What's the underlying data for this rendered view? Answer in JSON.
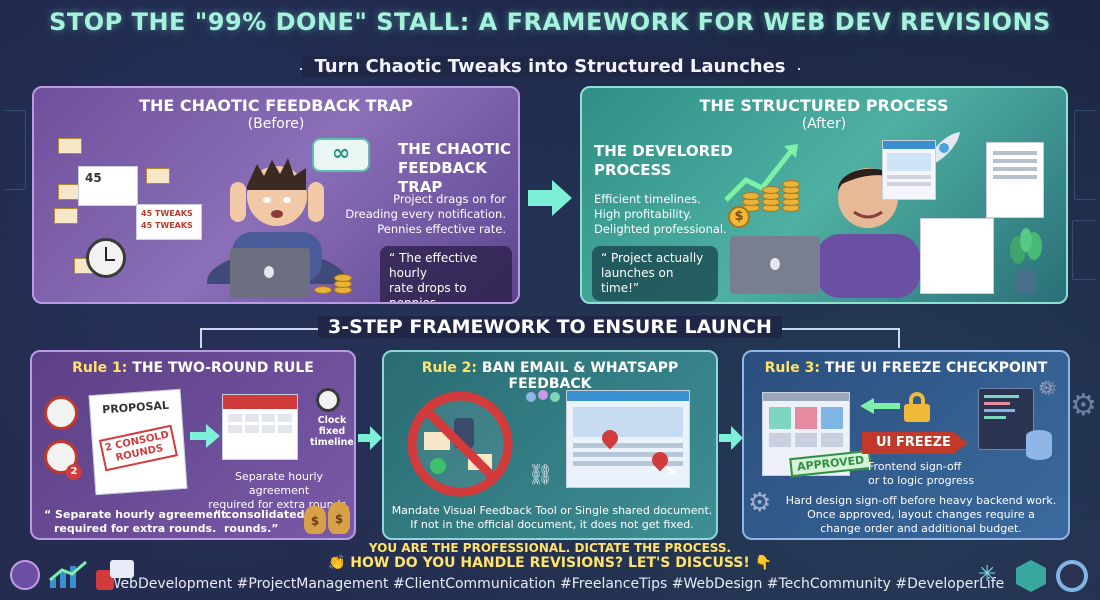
{
  "title": "STOP THE \"99% DONE\" STALL: A FRAMEWORK FOR WEB DEV REVISIONS",
  "subtitle": "Turn Chaotic Tweaks into Structured Launches",
  "before": {
    "heading": "THE CHAOTIC FEEDBACK TRAP",
    "tag": "(Before)",
    "side_heading_1": "THE CHAOTIC",
    "side_heading_2": "FEEDBACK TRAP",
    "lines": [
      "Project drags on for",
      "Dreading every notification.",
      "Pennies effective rate."
    ],
    "quote_1": "“ The effective hourly",
    "quote_2": "rate drops to pennies...",
    "notif_count": "45",
    "tweaks_1": "45 TWEAKS",
    "tweaks_2": "45 TWEAKS"
  },
  "after": {
    "heading": "THE STRUCTURED PROCESS",
    "tag": "(After)",
    "side_heading_1": "THE DEVELORED",
    "side_heading_2": "PROCESS",
    "lines": [
      "Efficient timelines.",
      "High profitability.",
      "Delighted professional."
    ],
    "quote_1": "“ Project actually",
    "quote_2": "launches on time!”"
  },
  "framework_title": "3-STEP FRAMEWORK TO ENSURE LAUNCH",
  "rules": [
    {
      "num": "Rule 1:",
      "title": "THE TWO-ROUND RULE",
      "doc_label": "PROPOSAL",
      "stamp_1": "2 CONSOLD",
      "stamp_2": "ROUNDS",
      "badge": "2",
      "clock_label_1": "Clock",
      "clock_label_2": "fixed",
      "clock_label_3": "timelines",
      "desc_1": "Separate hourly agreement",
      "desc_2": "required for extra rounds.",
      "quote_a1": "“ Separate hourly agreement",
      "quote_a2": "required for extra rounds.",
      "quote_b1": "“ consolidated",
      "quote_b2": "rounds.”"
    },
    {
      "num": "Rule 2:",
      "title": "BAN EMAIL & WHATSAPP FEEDBACK",
      "desc_1": "Mandate Visual Feedback Tool or Single shared document.",
      "desc_2": "If not in the official document, it does not get fixed."
    },
    {
      "num": "Rule 3:",
      "title": "THE UI FREEZE CHECKPOINT",
      "freeze_label": "UI FREEZE",
      "approved": "APPROVED",
      "side_1": "Frontend sign-off",
      "side_2": "or to logic progress",
      "desc_1": "Hard design sign-off before heavy backend work.",
      "desc_2": "Once approved, layout changes require a",
      "desc_3": "change order and additional budget."
    }
  ],
  "footer": {
    "line1": "YOU ARE THE PROFESSIONAL. DICTATE THE PROCESS.",
    "line2": "👏 HOW DO YOU HANDLE REVISIONS? LET'S DISCUSS! 👇",
    "hashtags": "#WebDevelopment #ProjectManagement #ClientCommunication #FreelanceTips #WebDesign #TechCommunity #DeveloperLife"
  },
  "colors": {
    "title": "#a6f2dc",
    "accent": "#ffe36a",
    "arrow": "#7ff0d8"
  }
}
